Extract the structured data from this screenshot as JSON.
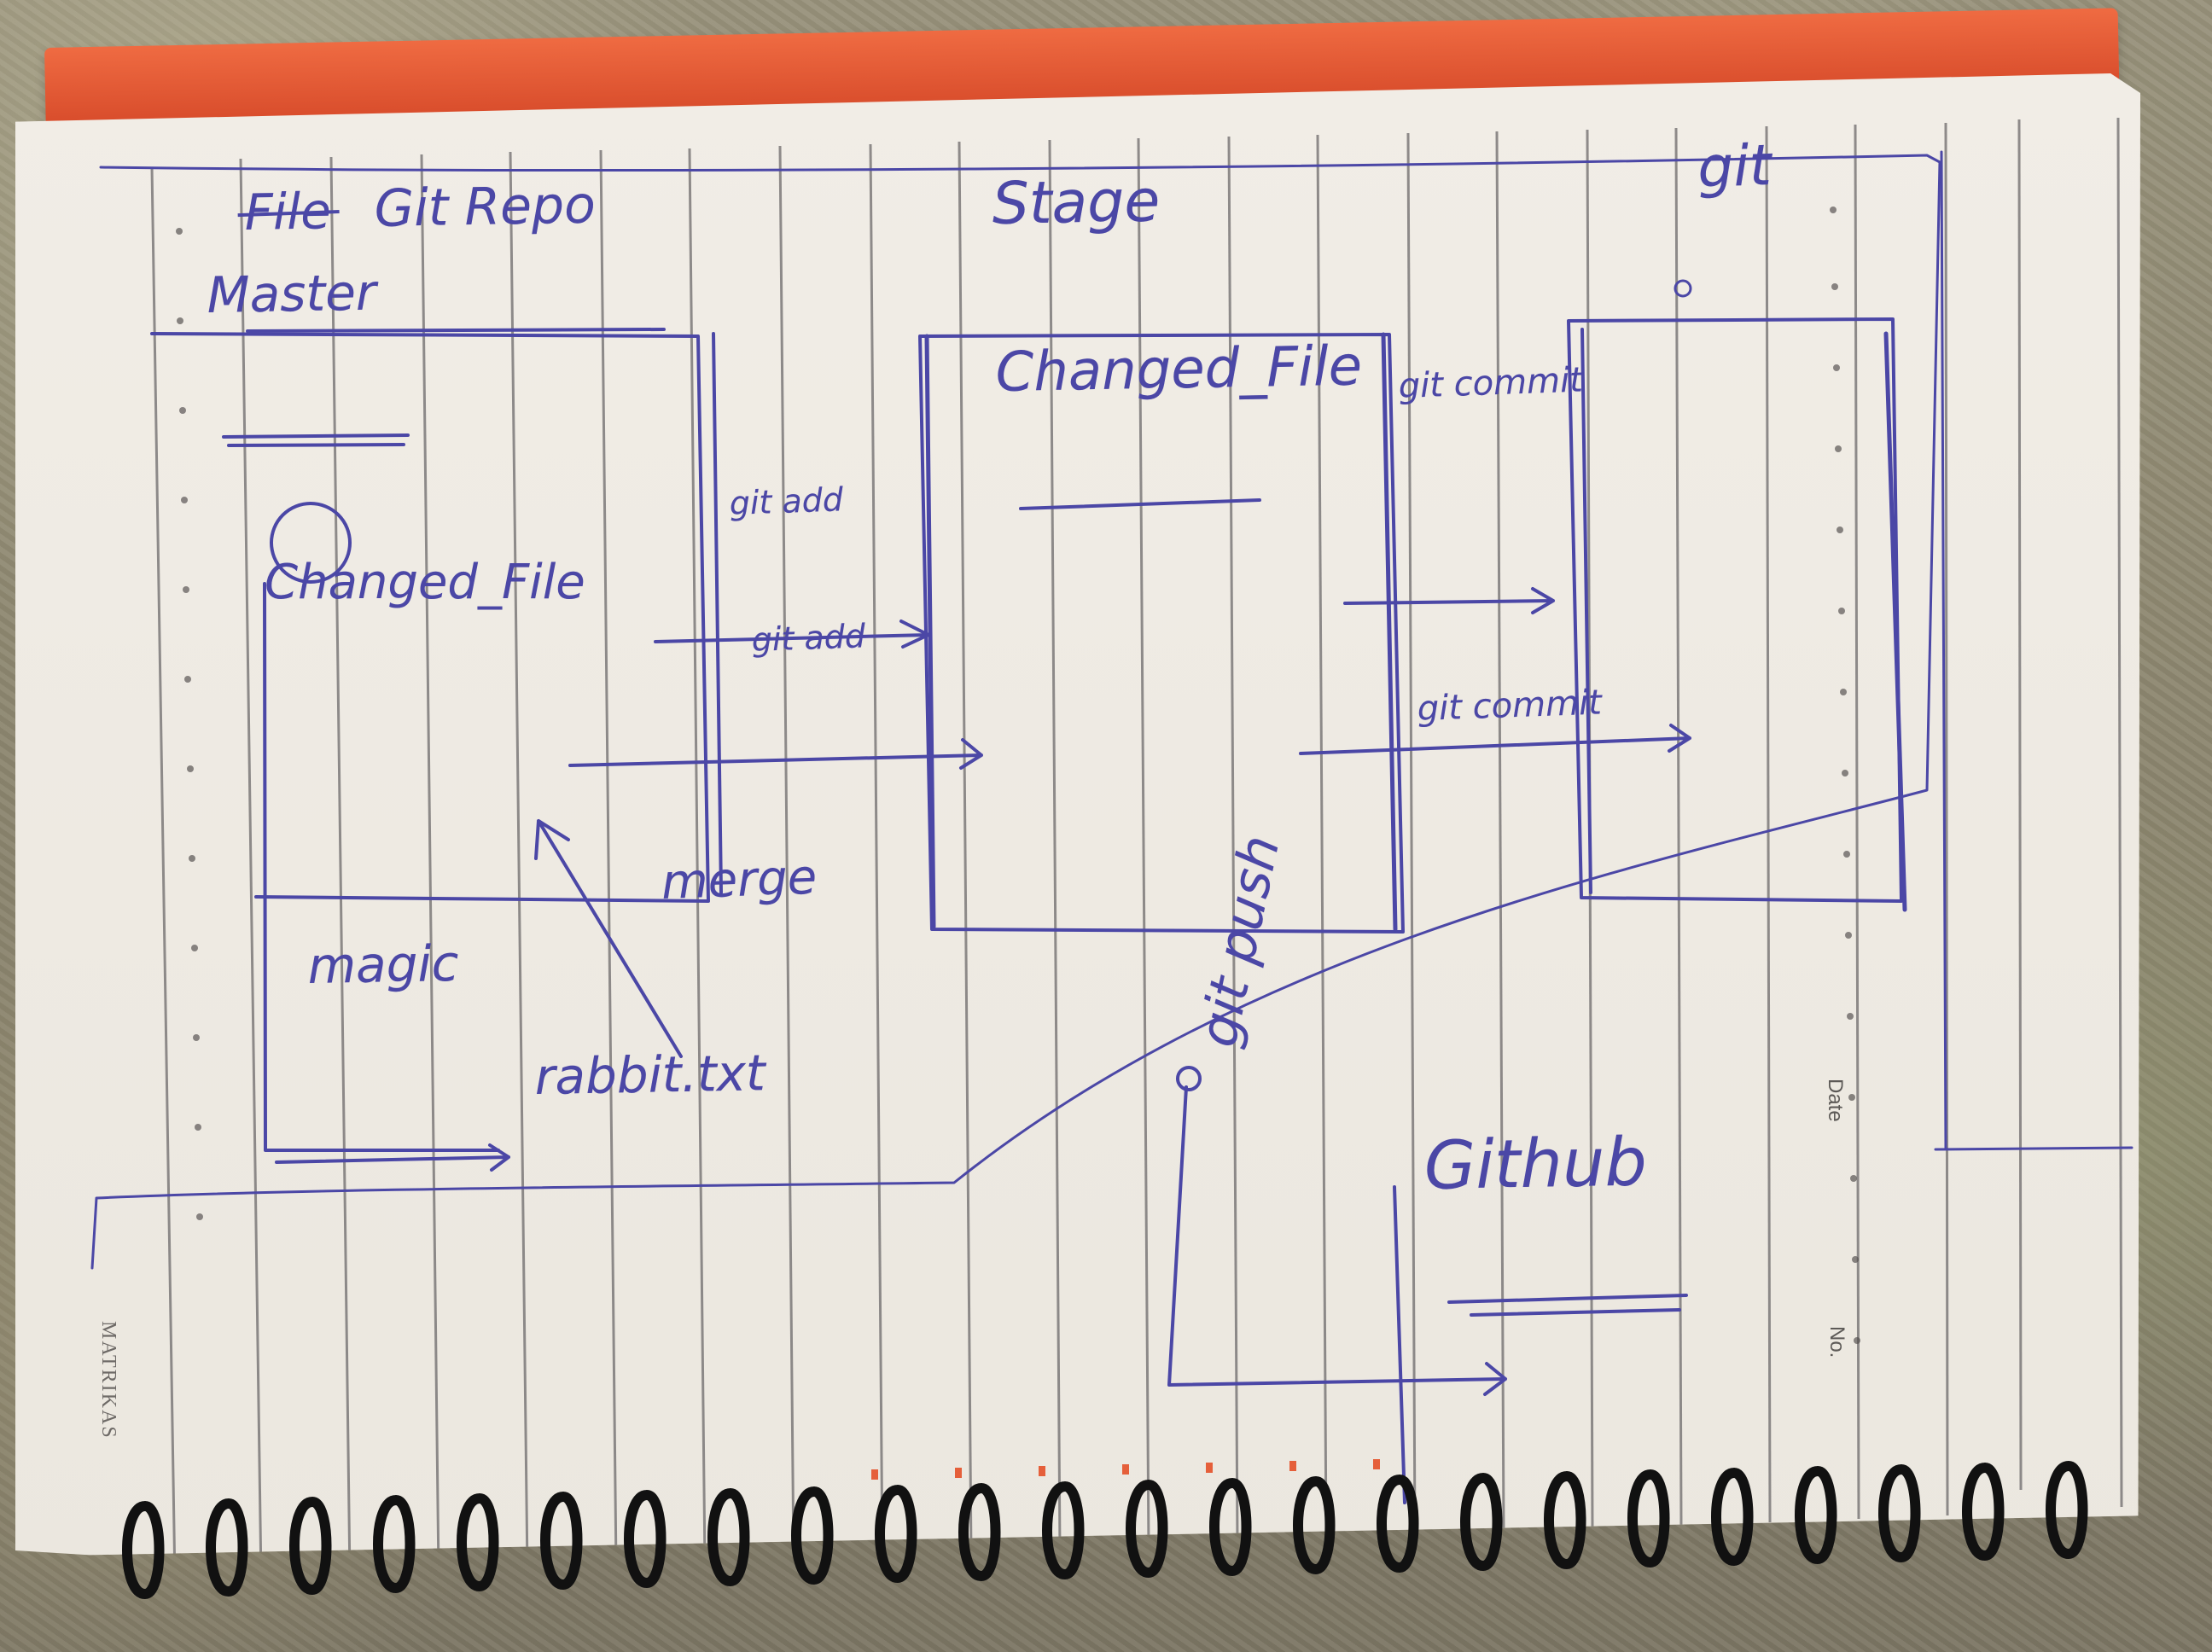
{
  "notebook": {
    "brand": "MATRIKAS",
    "date_label": "Date",
    "number_label": "No."
  },
  "handwriting": {
    "file_label": "File",
    "repo_label": "Git Repo",
    "stage_label": "Stage",
    "git_top_label": "git",
    "master_label": "Master",
    "changed_file_repo": "Changed_File",
    "changed_file_stage": "Changed_File",
    "git_add_top": "git add",
    "git_add_bottom": "git add",
    "git_commit_top": "git commit",
    "git_commit_bottom": "git commit",
    "merge_label": "merge",
    "magic_label": "magic",
    "rabbit_label": "rabbit.txt",
    "git_push_label": "git push",
    "github_label": "Github"
  },
  "colors": {
    "ink": "#4b47a6",
    "cover": "#e45e36",
    "paper": "#efebe4"
  }
}
